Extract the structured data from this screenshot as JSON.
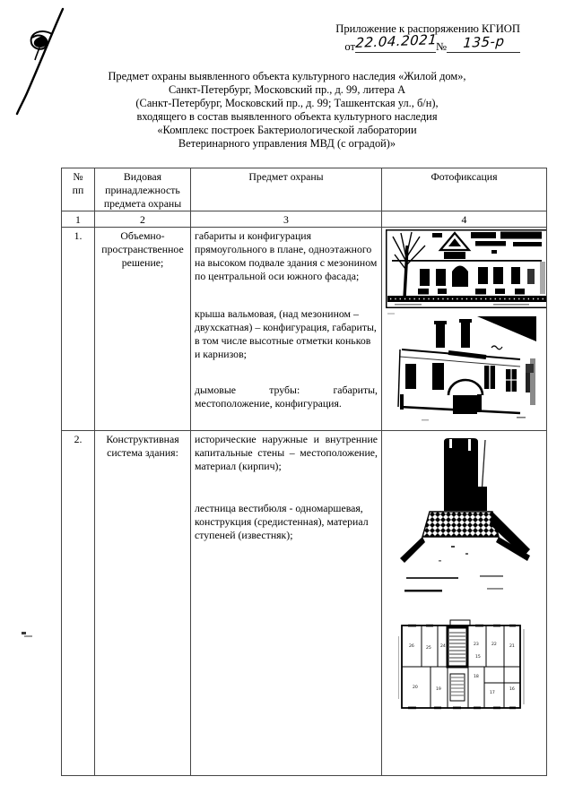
{
  "header": {
    "appendix_line": "Приложение к распоряжению КГИОП",
    "from_label": "от",
    "date_value": "22.04.2021",
    "number_label": "№",
    "number_value": "135-р"
  },
  "title": {
    "line1": "Предмет охраны выявленного объекта культурного наследия «Жилой дом»,",
    "line2": "Санкт-Петербург, Московский пр., д. 99, литера А",
    "line3": "(Санкт-Петербург, Московский пр., д. 99; Ташкентская ул., б/н),",
    "line4": "входящего в состав выявленного объекта культурного наследия",
    "line5": "«Комплекс построек Бактериологической лаборатории",
    "line6": "Ветеринарного управления МВД (с оградой)»"
  },
  "table": {
    "headers": {
      "col1": "№\nпп",
      "col2": "Видовая принадлежность предмета охраны",
      "col3": "Предмет охраны",
      "col4": "Фотофиксация"
    },
    "column_numbers": [
      "1",
      "2",
      "3",
      "4"
    ],
    "rows": [
      {
        "num": "1.",
        "category": "Объемно-пространственное решение;",
        "items": [
          "габариты и конфигурация прямоугольного в плане, одноэтажного на высоком подвале здания с мезонином по центральной оси южного фасада;",
          "крыша вальмовая, (над мезонином – двухскатная) – конфигурация, габариты, в том числе высотные отметки коньков и карнизов;",
          "дымовые трубы: габариты, местоположение, конфигурация."
        ]
      },
      {
        "num": "2.",
        "category": "Конструктивная система здания:",
        "items": [
          "исторические наружные и внутренние капитальные стены – местоположение, материал (кирпич);",
          "лестница вестибюля - одномаршевая, конструкция (средистенная), материал ступеней (известняк);"
        ]
      }
    ]
  },
  "colors": {
    "ink": "#000000",
    "paper": "#ffffff",
    "table_border": "#454545"
  }
}
